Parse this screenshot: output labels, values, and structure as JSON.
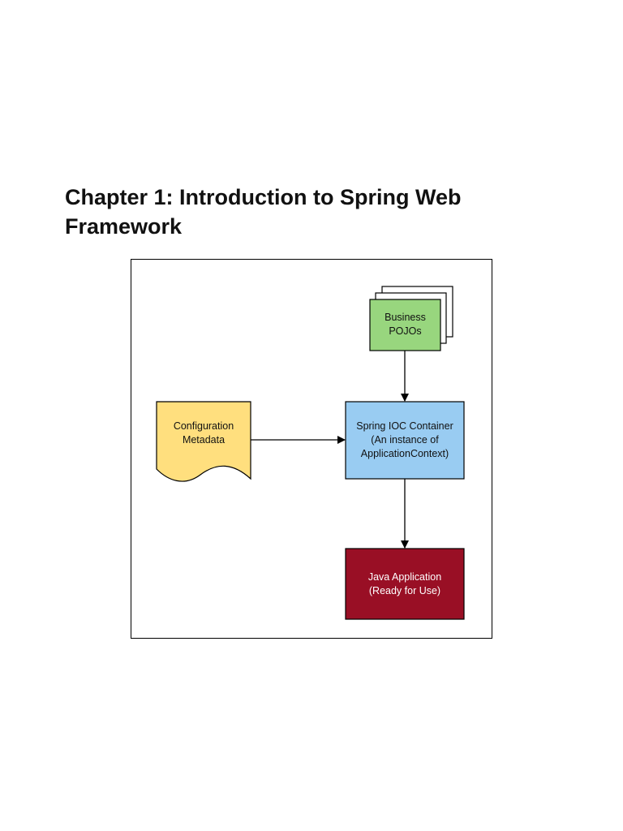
{
  "chapter": {
    "title_line1": "Chapter 1: Introduction to Spring Web",
    "title_line2": "Framework"
  },
  "diagram": {
    "business_pojos": {
      "line1": "Business",
      "line2": "POJOs",
      "fill": "#98d67e"
    },
    "configuration_metadata": {
      "line1": "Configuration",
      "line2": "Metadata",
      "fill": "#ffdf7e"
    },
    "spring_ioc_container": {
      "line1": "Spring IOC Container",
      "line2": "(An instance of",
      "line3": "ApplicationContext)",
      "fill": "#99ccf2"
    },
    "java_application": {
      "line1": "Java Application",
      "line2": "(Ready for Use)",
      "fill": "#990f25"
    }
  }
}
